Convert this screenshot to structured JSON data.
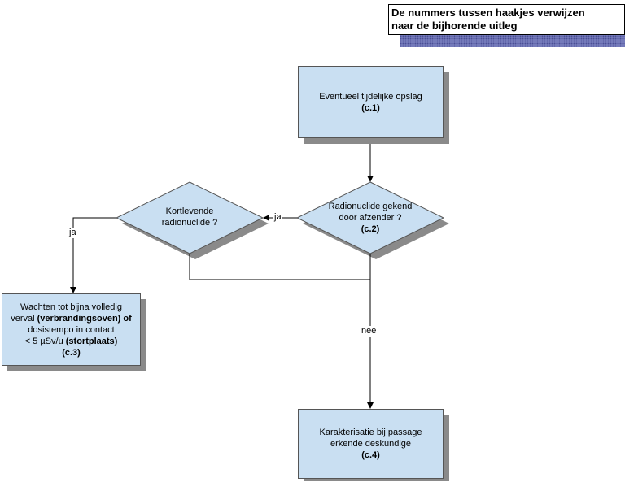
{
  "note": {
    "line1": "De nummers tussen haakjes verwijzen",
    "line2": "naar de bijhorende uitleg"
  },
  "nodes": {
    "storage": {
      "text": "Eventueel tijdelijke opslag",
      "ref": "(c.1)"
    },
    "known": {
      "line1": "Radionuclide gekend",
      "line2": "door afzender ?",
      "ref": "(c.2)"
    },
    "shortlived": {
      "line1": "Kortlevende",
      "line2": "radionuclide ?"
    },
    "wait": {
      "l1": "Wachten tot bijna volledig",
      "l2a": "verval ",
      "l2b": "(verbrandingsoven) of",
      "l3": "dosistempo in contact",
      "l4a": "< 5 µSv/u ",
      "l4b": "(stortplaats)",
      "ref": "(c.3)"
    },
    "characterize": {
      "line1": "Karakterisatie bij passage",
      "line2": "erkende deskundige",
      "ref": "(c.4)"
    }
  },
  "edges": {
    "ja_known": "ja",
    "ja_short": "ja",
    "nee": "nee"
  },
  "colors": {
    "box_fill": "#c9dff2",
    "note_shadow": "#7d83c2"
  }
}
